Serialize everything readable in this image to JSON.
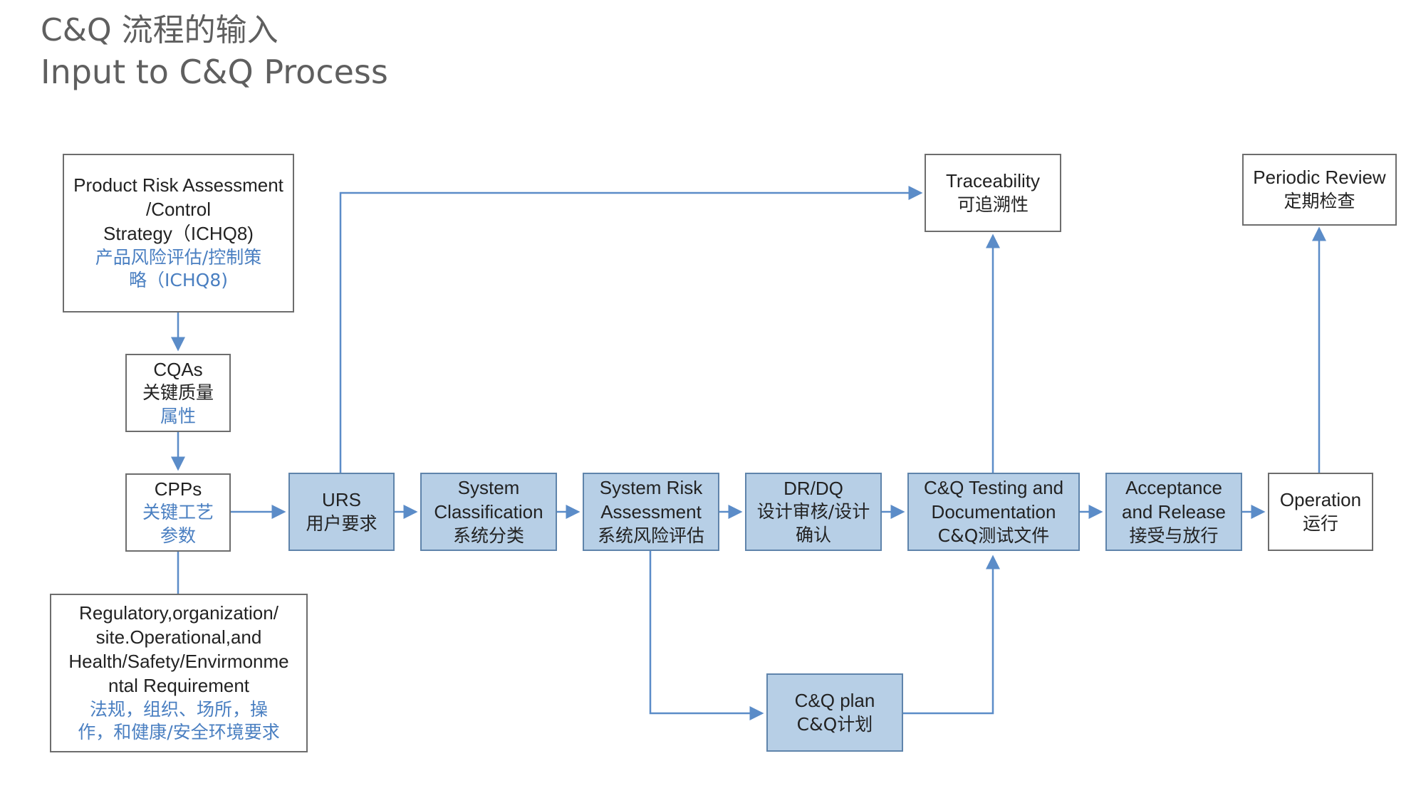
{
  "header": {
    "title_zh": "C&Q 流程的输入",
    "title_en": "Input to C&Q Process"
  },
  "colors": {
    "accent_text": "#4a7fc1",
    "process_box_fill": "#b7cfe6",
    "arrow": "#5b8cc8",
    "box_border": "#6d6d6d"
  },
  "nodes": {
    "product_risk": {
      "en": [
        "Product Risk Assessment",
        "/Control",
        "Strategy（ICHQ8)"
      ],
      "zh": [
        "产品风险评估/控制策",
        "略（ICHQ8)"
      ]
    },
    "cqas": {
      "en": "CQAs",
      "zh": "关键质量",
      "zh2": "属性"
    },
    "cpps": {
      "en": "CPPs",
      "zh": "关键工艺",
      "zh2": "参数"
    },
    "regulatory": {
      "en": [
        "Regulatory,organization/",
        "site.Operational,and",
        "Health/Safety/Envirmonme",
        "ntal Requirement"
      ],
      "zh": [
        "法规，组织、场所，操",
        "作，和健康/安全环境要求"
      ]
    },
    "urs": {
      "en": "URS",
      "zh": "用户要求"
    },
    "system_classification": {
      "en": [
        "System",
        "Classification"
      ],
      "zh": "系统分类"
    },
    "system_risk": {
      "en": [
        "System Risk",
        "Assessment"
      ],
      "zh": "系统风险评估"
    },
    "dr_dq": {
      "en": "DR/DQ",
      "zh": [
        "设计审核/设计",
        "确认"
      ]
    },
    "cq_testing": {
      "en": [
        "C&Q Testing and",
        "Documentation"
      ],
      "zh": "C&Q测试文件"
    },
    "acceptance": {
      "en": [
        "Acceptance",
        "and Release"
      ],
      "zh": "接受与放行"
    },
    "operation": {
      "en": "Operation",
      "zh": "运行"
    },
    "traceability": {
      "en": "Traceability",
      "zh": "可追溯性"
    },
    "periodic_review": {
      "en": "Periodic Review",
      "zh": "定期检查"
    },
    "cq_plan": {
      "en": "C&Q plan",
      "zh": "C&Q计划"
    }
  }
}
